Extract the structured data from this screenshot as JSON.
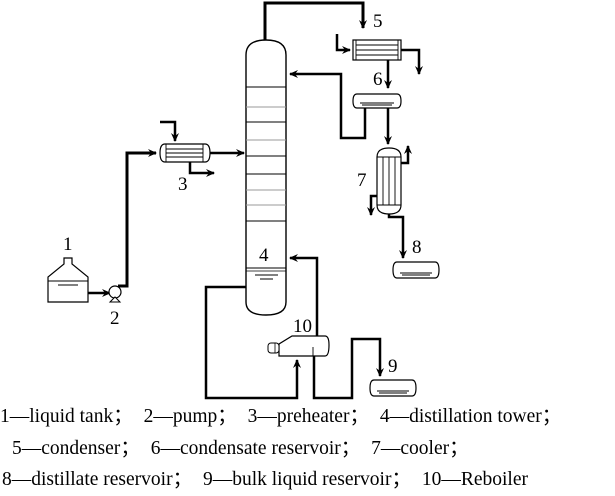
{
  "diagram": {
    "type": "process-flow",
    "subject": "distillation apparatus",
    "labels": {
      "tank": "1",
      "pump": "2",
      "preheater": "3",
      "tower": "4",
      "condenser": "5",
      "condensate_reservoir": "6",
      "cooler": "7",
      "distillate_reservoir": "8",
      "bulk_reservoir": "9",
      "reboiler": "10"
    },
    "legend": [
      {
        "num": "1",
        "sep": "—",
        "name": "liquid tank",
        "punct": "；"
      },
      {
        "num": "2",
        "sep": "—",
        "name": "pump",
        "punct": "；"
      },
      {
        "num": "3",
        "sep": "—",
        "name": "preheater",
        "punct": "；"
      },
      {
        "num": "4",
        "sep": "—",
        "name": "distillation tower",
        "punct": "；"
      },
      {
        "num": "5",
        "sep": "—",
        "name": "condenser",
        "punct": "；"
      },
      {
        "num": "6",
        "sep": "—",
        "name": "condensate reservoir",
        "punct": "；"
      },
      {
        "num": "7",
        "sep": "—",
        "name": "cooler",
        "punct": "；"
      },
      {
        "num": "8",
        "sep": "—",
        "name": "distillate reservoir",
        "punct": "；"
      },
      {
        "num": "9",
        "sep": "—",
        "name": "bulk liquid reservoir",
        "punct": "；"
      },
      {
        "num": "10",
        "sep": "—",
        "name": "Reboiler",
        "punct": ""
      }
    ],
    "colors": {
      "line": "#000000",
      "plate_dark": "#000000",
      "plate_light": "#9a9a9a",
      "background": "#ffffff"
    }
  }
}
